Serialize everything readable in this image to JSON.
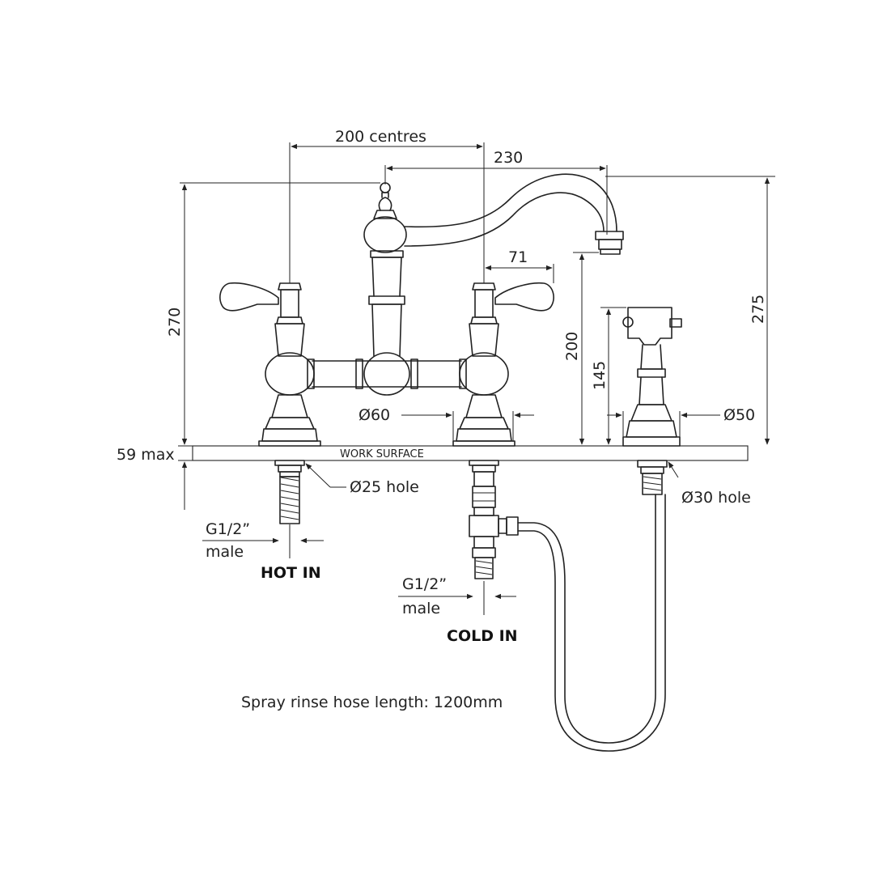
{
  "dimensions": {
    "centres": "200 centres",
    "reach": "230",
    "overall_height": "270",
    "right_height": "275",
    "lever_offset": "71",
    "spout_clearance": "200",
    "rinse_height": "145",
    "base_dia_left": "Ø60",
    "base_dia_right": "Ø50",
    "max_thickness": "59 max"
  },
  "surface": {
    "label": "WORK SURFACE"
  },
  "holes": {
    "left": "Ø25 hole",
    "right": "Ø30 hole"
  },
  "inlets": {
    "hot": {
      "thread": "G1/2”",
      "type": "male",
      "label": "HOT IN"
    },
    "cold": {
      "thread": "G1/2”",
      "type": "male",
      "label": "COLD IN"
    }
  },
  "note": "Spray rinse hose length: 1200mm",
  "colors": {
    "line": "#222222",
    "background": "#ffffff"
  }
}
